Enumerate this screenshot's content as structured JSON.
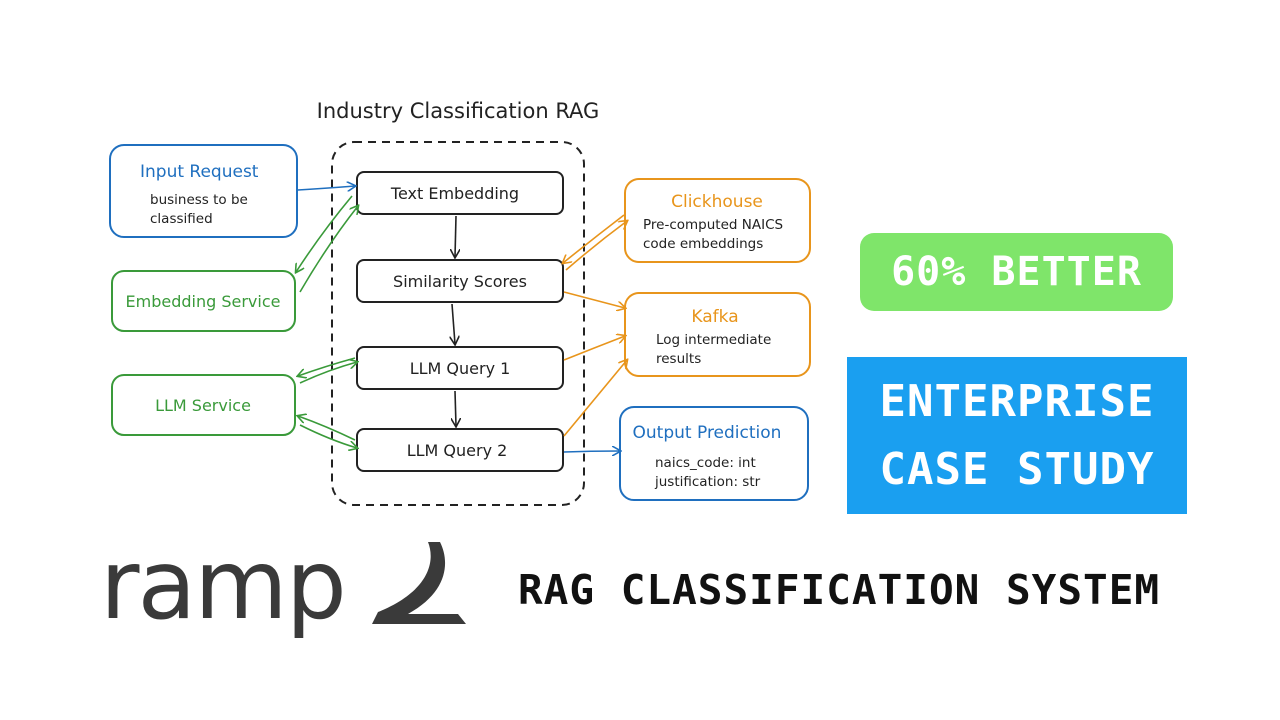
{
  "diagram": {
    "title": "Industry Classification RAG",
    "nodes": {
      "input_request": {
        "title": "Input Request",
        "line1": "business to be",
        "line2": "classified"
      },
      "embedding_service": {
        "title": "Embedding Service"
      },
      "llm_service": {
        "title": "LLM Service"
      },
      "text_embedding": {
        "title": "Text Embedding"
      },
      "similarity_scores": {
        "title": "Similarity Scores"
      },
      "llm_query_1": {
        "title": "LLM Query 1"
      },
      "llm_query_2": {
        "title": "LLM Query 2"
      },
      "clickhouse": {
        "title": "Clickhouse",
        "line1": "Pre-computed NAICS",
        "line2": "code embeddings"
      },
      "kafka": {
        "title": "Kafka",
        "line1": "Log intermediate",
        "line2": "results"
      },
      "output_prediction": {
        "title": "Output Prediction",
        "line1": "naics_code: int",
        "line2": "justification: str"
      }
    }
  },
  "badges": {
    "better": "60% BETTER",
    "case_line1": "ENTERPRISE",
    "case_line2": "CASE STUDY"
  },
  "brand": {
    "logo_text": "ramp"
  },
  "subtitle": "RAG CLASSIFICATION SYSTEM",
  "colors": {
    "blue": "#1f6fbf",
    "green": "#3a9a3a",
    "orange": "#e8951c",
    "better_bg": "#7fe56a",
    "case_bg": "#1a9ff0"
  }
}
